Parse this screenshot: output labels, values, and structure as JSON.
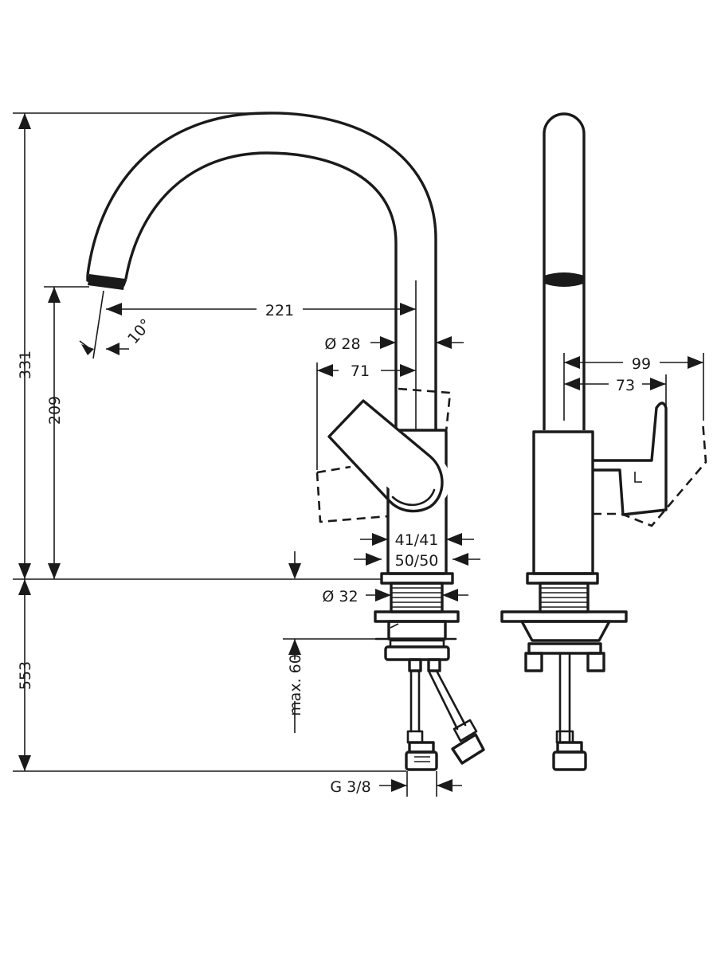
{
  "dimensions": {
    "total_height": "331",
    "spout_height": "209",
    "spout_reach": "221",
    "angle": "10°",
    "spout_diameter": "Ø 28",
    "lever_reach": "71",
    "body_width_small": "41/41",
    "body_width_large": "50/50",
    "base_diameter": "Ø 32",
    "countertop_thickness": "max. 60",
    "hose_length": "553",
    "connection_thread": "G 3/8",
    "side_lever_reach_max": "99",
    "side_lever_reach": "73"
  }
}
